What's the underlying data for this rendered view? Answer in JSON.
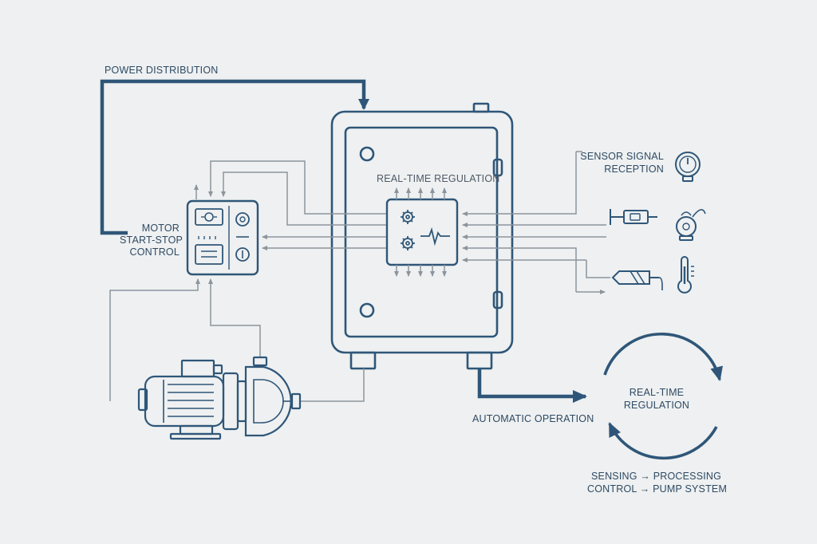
{
  "labels": {
    "power_distribution": "POWER DISTRIBUTION",
    "motor_control_line1": "MOTOR",
    "motor_control_line2": "START-STOP",
    "motor_control_line3": "CONTROL",
    "cabinet_title": "REAL-TIME REGULATION",
    "sensor_line1": "SENSOR SIGNAL",
    "sensor_line2": "RECEPTION",
    "automatic_operation": "AUTOMATIC OPERATION",
    "loop_line1": "REAL-TIME",
    "loop_line2": "REGULATION",
    "flow_line1": "SENSING → PROCESSING",
    "flow_line2": "CONTROL → PUMP SYSTEM"
  },
  "colors": {
    "background": "#eef0f1",
    "primary_stroke": "#2f5678",
    "secondary_stroke": "#8c959d"
  }
}
